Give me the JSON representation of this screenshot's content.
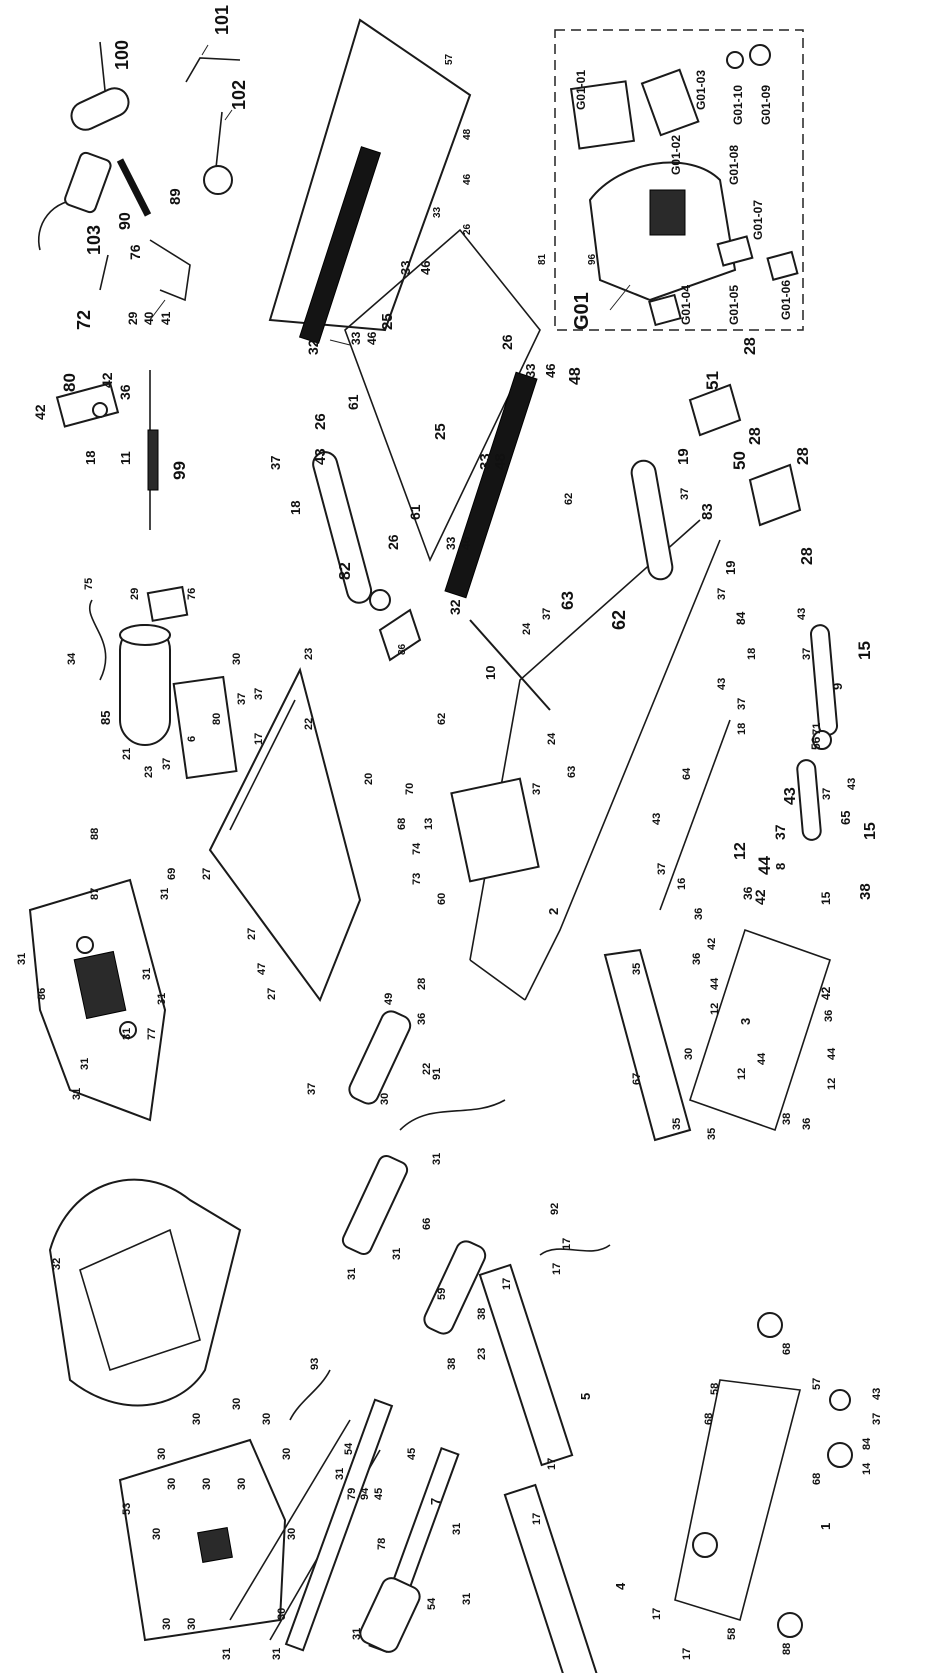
{
  "labels": {
    "l100": "100",
    "l101": "101",
    "l102": "102",
    "l103": "103",
    "l90": "90",
    "l89": "89",
    "l72": "72",
    "l76": "76",
    "l29a": "29",
    "l40": "40",
    "l41": "41",
    "l42a": "42",
    "l80a": "80",
    "l42b": "42",
    "l36a": "36",
    "l18a": "18",
    "l11": "11",
    "l99": "99",
    "l75a": "75",
    "l29b": "29",
    "l76b": "76",
    "l34a": "34",
    "l85": "85",
    "l21": "21",
    "l23a": "23",
    "l37a": "37",
    "l6": "6",
    "l80b": "80",
    "l37b": "37",
    "l30a": "30",
    "l37c": "37",
    "l22a": "22",
    "l17a": "17",
    "l88": "88",
    "l87": "87",
    "l69": "69",
    "l31a": "31",
    "l86": "86",
    "l31b": "31",
    "l31c": "31",
    "l31d": "31",
    "l31e": "31",
    "l77": "77",
    "l31f": "31",
    "l31g": "31",
    "l32a": "32",
    "l57": "57",
    "l48a": "48",
    "l46a": "46",
    "l33a": "33",
    "l26a": "26",
    "l33b": "33",
    "l46b": "46",
    "l81": "81",
    "l33c": "33",
    "l46c": "46",
    "l25a": "25",
    "l26b": "26",
    "l33d": "33",
    "l46d": "46",
    "l48b": "48",
    "l25b": "25",
    "l33e": "33",
    "l48c": "48",
    "l26c": "26",
    "l61a": "61",
    "l37d": "37",
    "l18b": "18",
    "l43a": "43",
    "l61b": "61",
    "l33f": "33",
    "l46e": "46",
    "l26d": "26",
    "l82": "82",
    "l32b": "32",
    "l86b": "86",
    "G01": "G01",
    "G01_01": "G01-01",
    "G01_02": "G01-02",
    "G01_03": "G01-03",
    "G01_10": "G01-10",
    "G01_09": "G01-09",
    "G01_08": "G01-08",
    "G01_07": "G01-07",
    "G01_05": "G01-05",
    "G01_04": "G01-04",
    "G01_06": "G01-06",
    "l96g": "96",
    "l51": "51",
    "l28a": "28",
    "l28b": "28",
    "l50": "50",
    "l28c": "28",
    "l28d": "28",
    "l19a": "19",
    "l62a": "62",
    "l83": "83",
    "l37e": "37",
    "l19b": "19",
    "l37f": "37",
    "l24a": "24",
    "l63a": "63",
    "l10": "10",
    "l62b": "62",
    "l84a": "84",
    "l18c": "18",
    "l43b": "43",
    "l37g": "37",
    "l15a": "15",
    "l9": "9",
    "l56": "56",
    "l18d": "18",
    "l62c": "62",
    "l24b": "24",
    "l63b": "63",
    "l37h": "37",
    "l43c": "43",
    "l37i": "37",
    "l71": "71",
    "l43d": "43",
    "l37j": "37",
    "l65": "65",
    "l15b": "15",
    "l43e": "43",
    "l37k": "37",
    "l8": "8",
    "l38a": "38",
    "l64": "64",
    "l43f": "43",
    "l37l": "37",
    "l16": "16",
    "l12a": "12",
    "l44a": "44",
    "l36b": "36",
    "l42c": "42",
    "l15c": "15",
    "l2": "2",
    "l20": "20",
    "l70": "70",
    "l68": "68",
    "l13": "13",
    "l74": "74",
    "l73": "73",
    "l60": "60",
    "l23b": "23",
    "l27a": "27",
    "l27b": "27",
    "l47": "47",
    "l27c": "27",
    "l37m": "37",
    "l28e": "28",
    "l36c": "36",
    "l42d": "42",
    "l36d": "36",
    "l44b": "44",
    "l12b": "12",
    "l42e": "42",
    "l36e": "36",
    "l44c": "44",
    "l12c": "12",
    "l3": "3",
    "l44d": "44",
    "l12d": "12",
    "l38b": "38",
    "l35a": "35",
    "l67": "67",
    "l30b": "30",
    "l35b": "35",
    "l35c": "35",
    "l36f": "36",
    "l91": "91",
    "l92": "92",
    "l32c": "32",
    "l49": "49",
    "l36g": "36",
    "l22b": "22",
    "l30c": "30",
    "l17b": "17",
    "l17c": "17",
    "l17d": "17",
    "l5": "5",
    "l68b": "68",
    "l58": "58",
    "l68c": "68",
    "l57b": "57",
    "l43g": "43",
    "l37n": "37",
    "l84b": "84",
    "l14": "14",
    "l68d": "68",
    "l1": "1",
    "l53": "53",
    "l30d": "30",
    "l30e": "30",
    "l30f": "30",
    "l30g": "30",
    "l30h": "30",
    "l30i": "30",
    "l30j": "30",
    "l30k": "30",
    "l30l": "30",
    "l30m": "30",
    "l30n": "30",
    "l30o": "30",
    "l30p": "30",
    "l93": "93",
    "l31h": "31",
    "l54": "54",
    "l79": "79",
    "l94": "94",
    "l45a": "45",
    "l45b": "45",
    "l66": "66",
    "l31i": "31",
    "l31j": "31",
    "l31k": "31",
    "l78": "78",
    "l7": "7",
    "l31l": "31",
    "l54b": "54",
    "l31m": "31",
    "l31n": "31",
    "l31o": "31",
    "l59": "59",
    "l38c": "38",
    "l23c": "23",
    "l38d": "38",
    "l4": "4",
    "l17e": "17",
    "l17f": "17",
    "l17g": "17",
    "l17h": "17",
    "l58b": "58",
    "l88b": "88",
    "l31p": "31"
  }
}
